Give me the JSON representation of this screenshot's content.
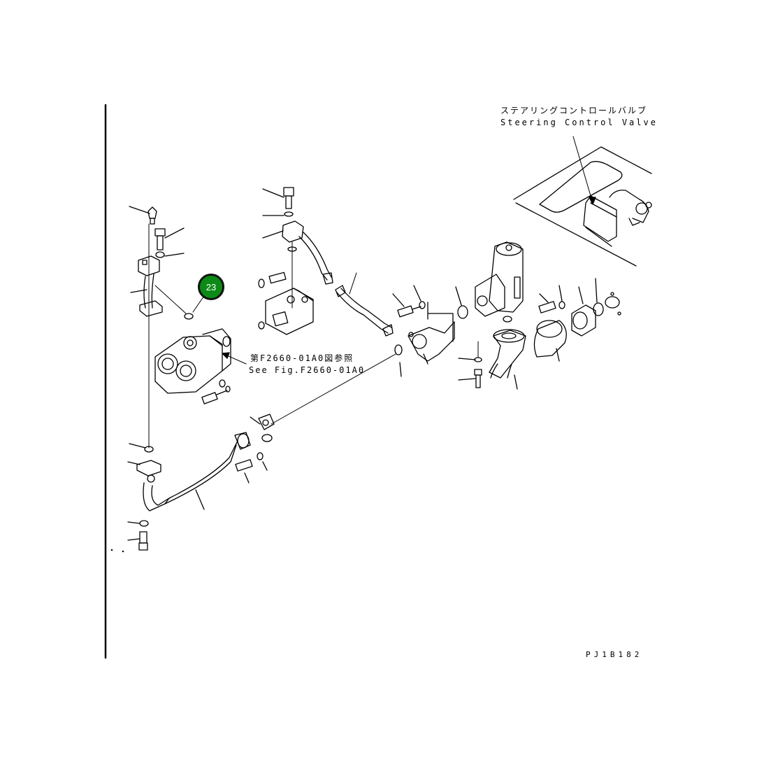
{
  "labels": {
    "steering_jp": "ステアリングコントロールバルブ",
    "steering_en": "Steering Control Valve",
    "ref_jp": "第F2660-01A0図参照",
    "ref_en": "See Fig.F2660-01A0",
    "drawing_code": "PJ1B182"
  },
  "callout": {
    "number": "23",
    "color": "#0b8a15"
  }
}
